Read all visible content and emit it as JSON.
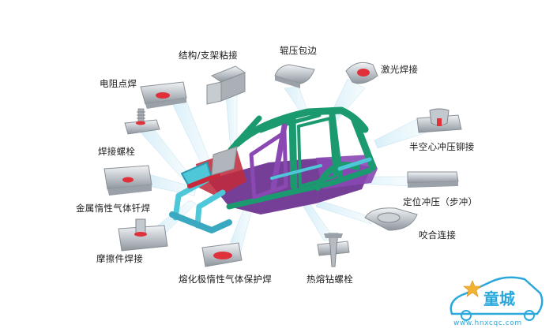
{
  "labels": {
    "spot_welding": "电阻点焊",
    "structural_adhesive": "结构/支架粘接",
    "roller_hemming": "辊压包边",
    "laser_welding": "激光焊接",
    "weld_stud": "焊接螺栓",
    "self_piercing_rivet": "半空心冲压铆接",
    "mig_brazing": "金属惰性气体钎焊",
    "locating_punch": "定位冲压（步冲）",
    "clinching": "咬合连接",
    "friction_welding": "摩擦件焊接",
    "mig_welding": "熔化极惰性气体保护焊",
    "flow_drill_screw": "热熔钻螺栓"
  },
  "watermark": {
    "logo_text": "童城",
    "url": "www.hnxcqc.com"
  },
  "colors": {
    "frame_green": "#1a9a6e",
    "frame_purple": "#7a3ea0",
    "frame_cyan": "#4ec8d8",
    "frame_red": "#c8283a",
    "part_gray": "#b9bec4",
    "highlight_red": "#e0303a",
    "beam": "#cfeaf5",
    "watermark_blue": "#2aa8dc"
  }
}
